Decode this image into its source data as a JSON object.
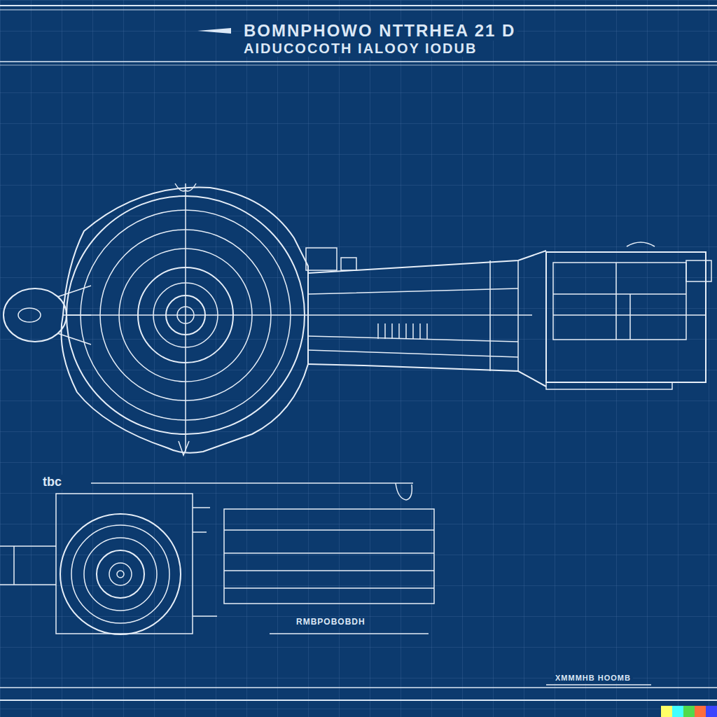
{
  "diagram": {
    "title": "BOMNPHOWO NTTRHEA 21 D",
    "labels": [
      "AIDUCOCOTH IALOOY IODUB",
      "tbc",
      "RMBPOBOBDH",
      "XMMMHB HOOMB"
    ]
  }
}
